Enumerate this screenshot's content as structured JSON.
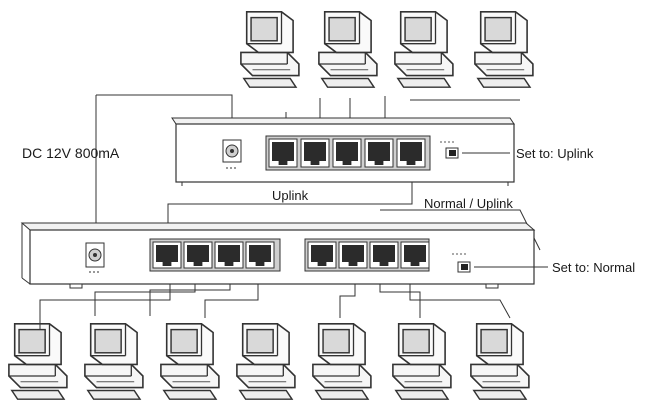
{
  "labels": {
    "power": "DC 12V 800mA",
    "uplink_port": "Uplink",
    "switch_caption": "Normal / Uplink",
    "top_switch_setting": "Set to: Uplink",
    "bottom_switch_setting": "Set to: Normal"
  },
  "top_switch": {
    "ports": 5
  },
  "bottom_switch": {
    "port_groups": [
      4,
      4
    ]
  },
  "top_computers": 4,
  "bottom_computers": 7
}
